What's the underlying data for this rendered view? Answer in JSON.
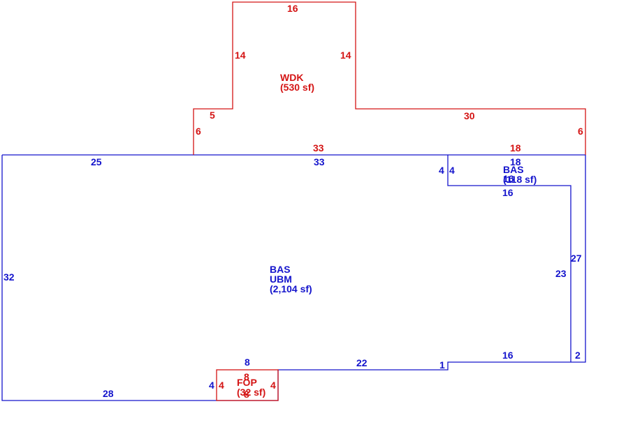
{
  "colors": {
    "blue": "#1414cc",
    "red": "#d41414"
  },
  "wdk": {
    "code": "WDK",
    "area": "(530 sf)",
    "dims": {
      "top": "16",
      "left_upper": "14",
      "right_upper": "14",
      "step_left": "5",
      "left_lower": "6",
      "right_long": "30",
      "right_side": "6",
      "bottom": "33",
      "bottom_right": "18"
    }
  },
  "bas_main": {
    "code1": "BAS",
    "code2": "UBM",
    "area": "(2,104 sf)",
    "dims": {
      "top_left": "25",
      "top_mid": "33",
      "left": "32",
      "bottom_left": "28",
      "step_left": "4",
      "porch_top": "8",
      "lower_mid": "22",
      "step": "1",
      "lower_right": "16",
      "right_inner": "23",
      "right_outer": "27",
      "right_bottom": "2"
    }
  },
  "bas_small": {
    "code": "BAS",
    "area": "(118 sf)",
    "overlay": "16",
    "dims": {
      "top": "18",
      "left_outer": "4",
      "left_inner": "4",
      "bottom": "16"
    }
  },
  "fop": {
    "code": "FOP",
    "area": "(32 sf)",
    "dims": {
      "top": "8",
      "bottom": "8",
      "left": "4",
      "right": "4"
    }
  }
}
